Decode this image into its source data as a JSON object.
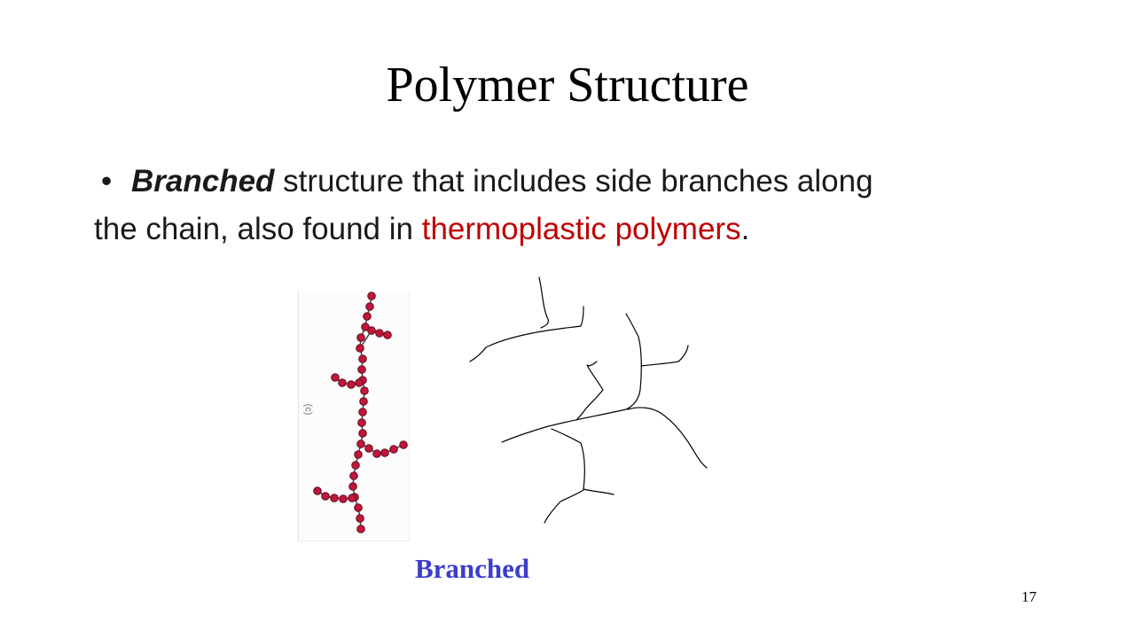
{
  "slide": {
    "title": "Polymer Structure",
    "bullet": {
      "symbol": "•",
      "term": "Branched",
      "text_part1": " structure that includes side branches along",
      "text_part2": "the chain, also found in ",
      "highlight": "thermoplastic polymers",
      "end": "."
    },
    "figure": {
      "panel_mark": "(c)",
      "caption": "Branched"
    },
    "page_number": "17"
  },
  "colors": {
    "highlight": "#c00000",
    "caption": "#3c3ccc",
    "bead_fill": "#c4153a",
    "bead_stroke": "#5a0f1e"
  }
}
